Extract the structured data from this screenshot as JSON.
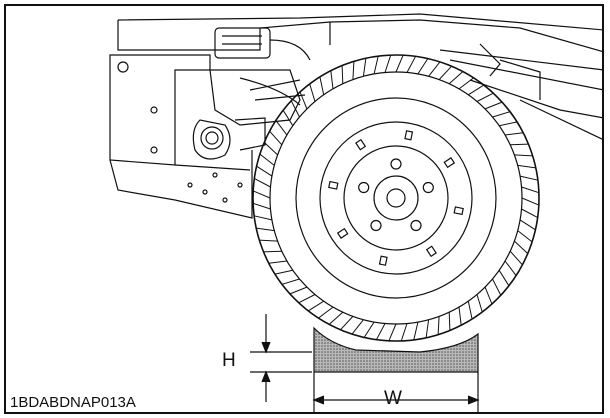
{
  "figure": {
    "id_label": "1BDABDNAP013A",
    "dimension_height_label": "H",
    "dimension_width_label": "W"
  },
  "colors": {
    "line": "#111111",
    "background": "#ffffff",
    "block_fill": "#8a8a8a"
  },
  "icons": {
    "wheel": "tractor-rear-wheel",
    "block": "wheel-support-block"
  }
}
